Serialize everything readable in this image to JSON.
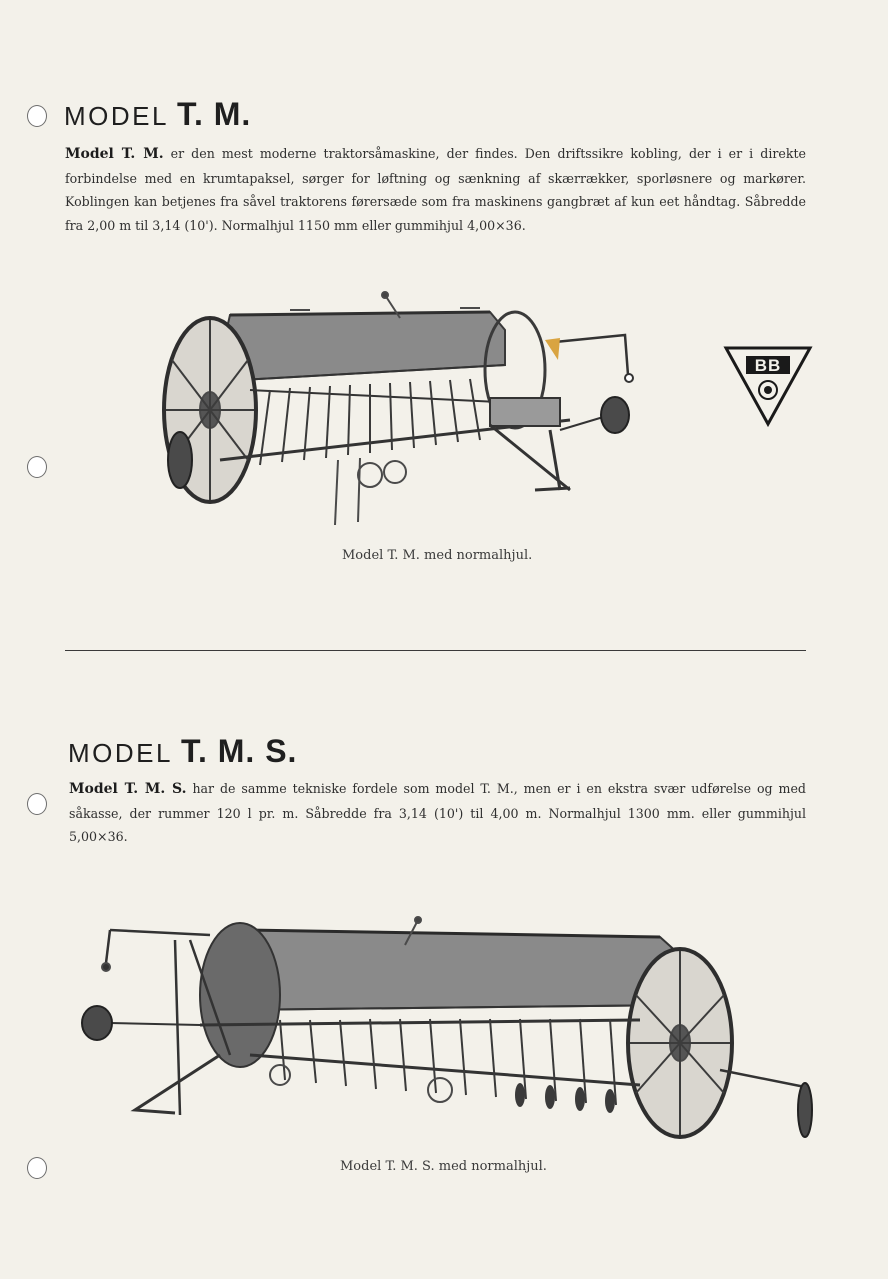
{
  "sections": [
    {
      "heading_prefix": "MODEL",
      "heading_main": "T. M.",
      "lead_bold": "Model T. M.",
      "lead_text": " er den mest moderne traktorsåmaskine, der findes. Den driftssikre kobling, der i er i direkte forbindelse med en krumtapaksel, sørger for løftning og sænkning af skærrækker, sporløsnere og markører. Koblingen kan betjenes fra såvel traktorens førersæde som fra maskinens gangbræt af kun eet håndtag. Såbredde fra 2,00 m til 3,14 (10'). Normalhjul 1150 mm eller gummihjul 4,00×36.",
      "caption": "Model T. M. med normalhjul.",
      "image_label": "seed-drill-tm-photo"
    },
    {
      "heading_prefix": "MODEL",
      "heading_main": "T. M. S.",
      "lead_bold": "Model T. M. S.",
      "lead_text": "  har de samme tekniske fordele som model T. M., men er i en ekstra svær udførelse og med såkasse, der rummer 120 l pr. m. Såbredde fra 3,14 (10') til 4,00 m. Normalhjul 1300 mm. eller gummihjul 5,00×36.",
      "caption": "Model T. M. S. med normalhjul.",
      "image_label": "seed-drill-tms-photo"
    }
  ],
  "logo": {
    "text": "BB"
  },
  "colors": {
    "paper": "#f3f1ea",
    "ink": "#2a2a2a",
    "machine": "#5a5a5a",
    "accent_handle": "#d9a441"
  }
}
